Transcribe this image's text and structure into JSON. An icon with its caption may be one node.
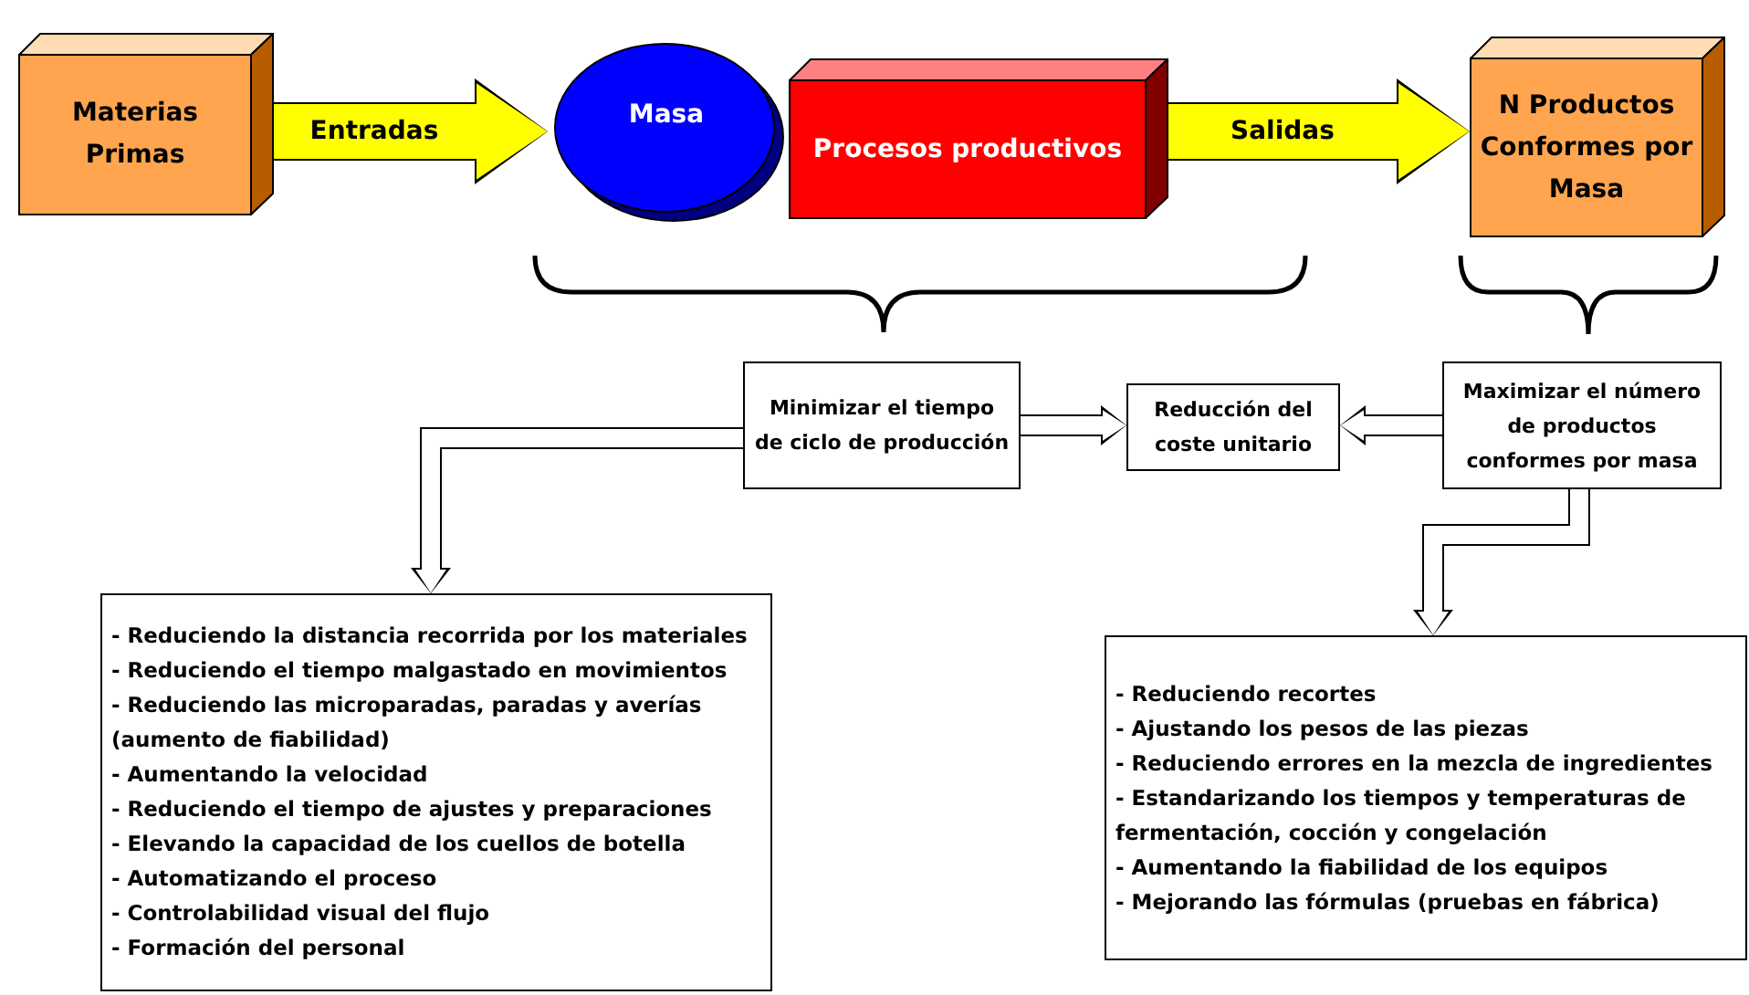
{
  "diagram": {
    "nodes": [
      {
        "text": [
          "Materias Primas"
        ]
      },
      {
        "text": [
          "Masa"
        ]
      },
      {
        "text": [
          "Procesos productivos"
        ]
      },
      {
        "text": [
          "N Productos Conformes por Masa"
        ]
      },
      {
        "text": [
          "Minimizar el tiempo de ciclo de producción"
        ]
      },
      {
        "text": [
          "Reducción del coste unitario"
        ]
      },
      {
        "text": [
          "Maximizar el número de productos conformes por masa"
        ]
      },
      {
        "text": [
          "- Reduciendo la distancia recorrida por los materiales",
          "- Reduciendo el tiempo malgastado en movimientos",
          "- Reduciendo las microparadas, paradas y averías (aumento de fiabilidad)",
          "- Aumentando la velocidad",
          "- Reduciendo el tiempo de ajustes y preparaciones",
          "- Elevando la capacidad de los cuellos de botella",
          "- Automatizando el proceso",
          "- Controlabilidad visual del flujo",
          "- Formación del personal"
        ]
      },
      {
        "text": [
          "- Reduciendo recortes",
          "- Ajustando los pesos de las piezas",
          "- Reduciendo errores en la mezcla de ingredientes",
          "- Estandarizando los tiempos y temperaturas de fermentación, cocción y congelación",
          "- Aumentando la fiabilidad de los equipos",
          "- Mejorando las fórmulas (pruebas en fábrica)"
        ]
      }
    ],
    "edges": [
      {
        "from": 0,
        "to": 1,
        "arrow": "to",
        "label": "Entradas",
        "style": "thick",
        "color": "#ffff00"
      },
      {
        "from": 2,
        "to": 3,
        "arrow": "to",
        "label": "Salidas",
        "style": "thick",
        "color": "#ffff00"
      },
      {
        "from": 4,
        "to": 5,
        "arrow": "to"
      },
      {
        "from": 6,
        "to": 5,
        "arrow": "to"
      },
      {
        "from": 4,
        "to": 7,
        "arrow": "to"
      },
      {
        "from": 6,
        "to": 8,
        "arrow": "to"
      }
    ]
  }
}
